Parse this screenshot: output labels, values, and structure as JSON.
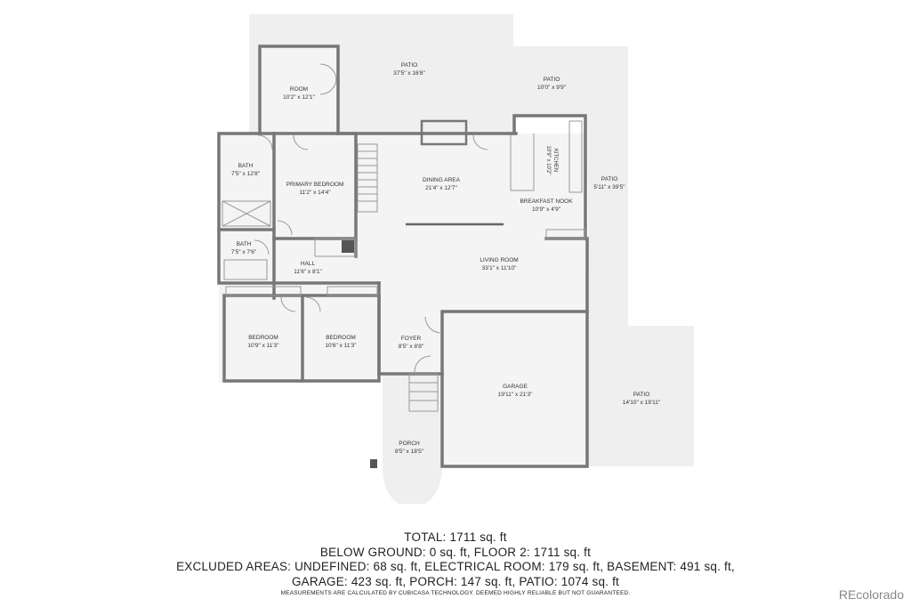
{
  "rooms": {
    "room_top": {
      "name": "ROOM",
      "dims": "10'2\" x 12'1\""
    },
    "patio_top": {
      "name": "PATIO",
      "dims": "37'5\" x 16'8\""
    },
    "patio_top_right": {
      "name": "PATIO",
      "dims": "10'0\" x 9'9\""
    },
    "bath_upper": {
      "name": "BATH",
      "dims": "7'5\" x 12'8\""
    },
    "primary_bedroom": {
      "name": "PRIMARY BEDROOM",
      "dims": "11'2\" x 14'4\""
    },
    "dining_area": {
      "name": "DINING AREA",
      "dims": "21'4\" x 12'7\""
    },
    "kitchen": {
      "name": "KITCHEN",
      "dims": "10'9\" x 10'2\""
    },
    "breakfast_nook": {
      "name": "BREAKFAST NOOK",
      "dims": "10'9\" x 4'9\""
    },
    "patio_right": {
      "name": "PATIO",
      "dims": "5'11\" x 39'5\""
    },
    "bath_lower": {
      "name": "BATH",
      "dims": "7'5\" x 7'6\""
    },
    "hall": {
      "name": "HALL",
      "dims": "11'6\" x 8'1\""
    },
    "living_room": {
      "name": "LIVING ROOM",
      "dims": "33'1\" x 11'10\""
    },
    "bedroom_left": {
      "name": "BEDROOM",
      "dims": "10'9\" x 11'3\""
    },
    "bedroom_mid": {
      "name": "BEDROOM",
      "dims": "10'6\" x 11'3\""
    },
    "foyer": {
      "name": "FOYER",
      "dims": "8'5\" x 8'8\""
    },
    "garage": {
      "name": "GARAGE",
      "dims": "19'11\" x 21'3\""
    },
    "patio_garage": {
      "name": "PATIO",
      "dims": "14'10\" x 19'11\""
    },
    "porch": {
      "name": "PORCH",
      "dims": "8'5\" x 18'5\""
    }
  },
  "totals": {
    "line1": "TOTAL: 1711 sq. ft",
    "line2": "BELOW GROUND: 0 sq. ft, FLOOR 2: 1711 sq. ft",
    "line3": "EXCLUDED AREAS: UNDEFINED: 68 sq. ft, ELECTRICAL ROOM: 179 sq. ft, BASEMENT: 491 sq. ft,",
    "line4": "GARAGE: 423 sq. ft, PORCH: 147 sq. ft, PATIO: 1074 sq. ft",
    "disclaimer": "MEASUREMENTS ARE CALCULATED BY CUBICASA TECHNOLOGY. DEEMED HIGHLY RELIABLE BUT NOT GUARANTEED."
  },
  "watermark": "REcolorado",
  "colors": {
    "wall": "#777777",
    "outdoor": "#efefef",
    "indoor": "#f4f4f4",
    "text": "#333333"
  }
}
